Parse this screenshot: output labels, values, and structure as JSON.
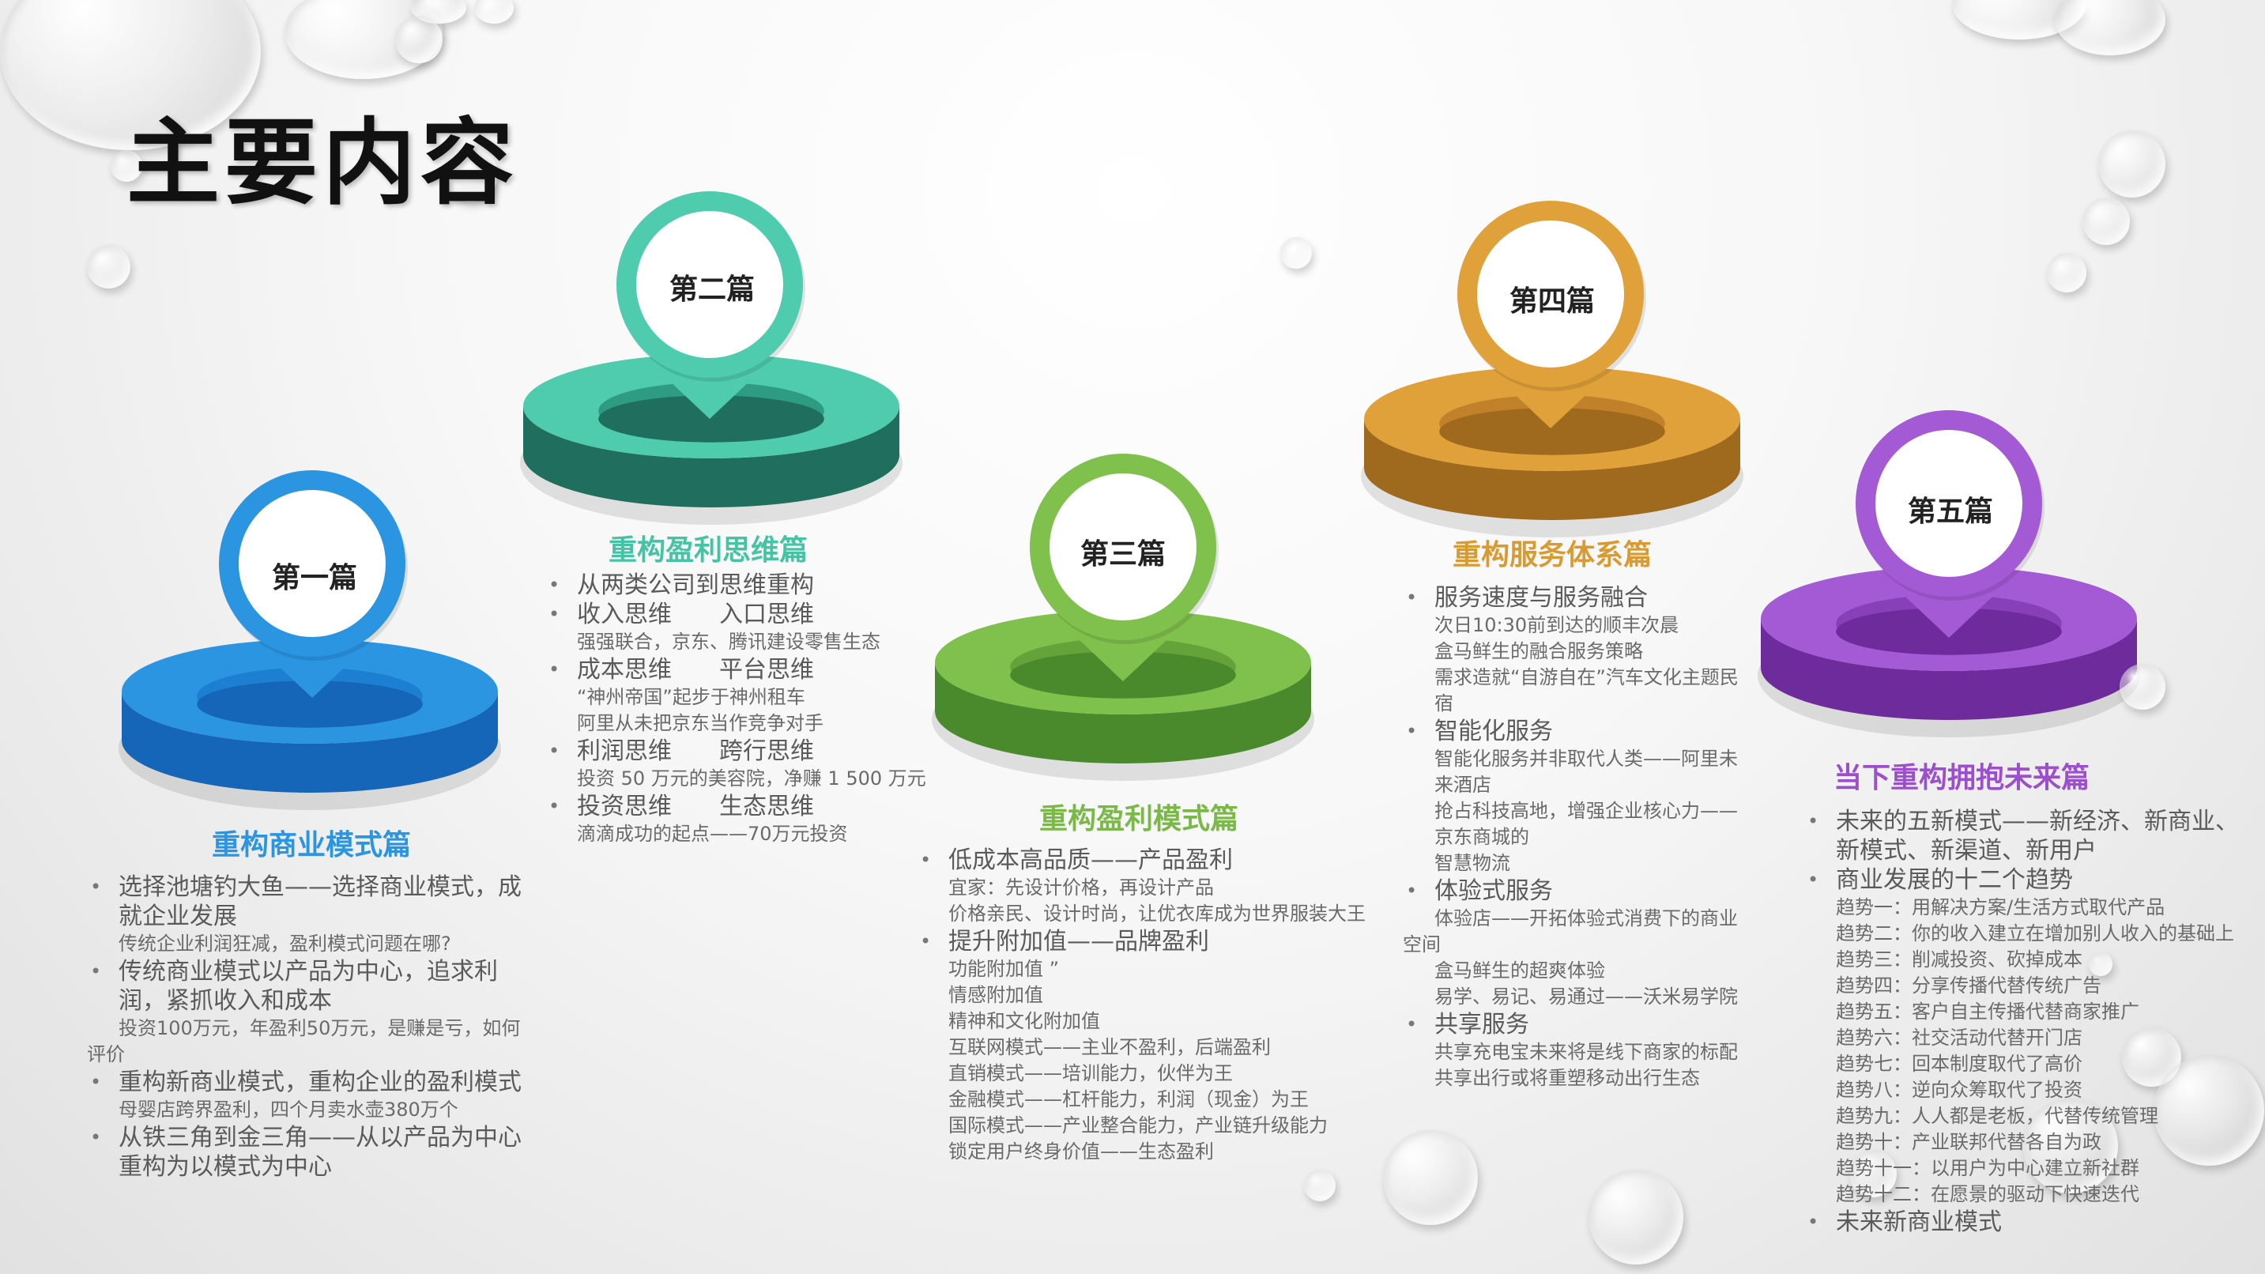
{
  "title": "主要内容",
  "colors": {
    "blue": "#2b95e2",
    "teal": "#45c3a5",
    "green": "#7ab848",
    "orange": "#d99a32",
    "purple": "#9b4fcc"
  },
  "sections": [
    {
      "pin_label": "第一篇",
      "title": "重构商业模式篇",
      "color": "#2b95e2",
      "blocks": [
        {
          "text": "选择池塘钓大鱼——选择商业模式，成就企业发展",
          "subs": [
            {
              "text": "传统企业利润狂减，盈利模式问题在哪?"
            }
          ]
        },
        {
          "text": "传统商业模式以产品为中心，追求利润，紧抓收入和成本",
          "subs": [
            {
              "text": "投资100万元，年盈利50万元，是赚是亏，如何评价",
              "outdent": true
            }
          ]
        },
        {
          "text": "重构新商业模式，重构企业的盈利模式",
          "subs": [
            {
              "text": "母婴店跨界盈利，四个月卖水壶380万个"
            }
          ]
        },
        {
          "text": "从铁三角到金三角——从以产品为中心重构为以模式为中心",
          "subs": []
        }
      ]
    },
    {
      "pin_label": "第二篇",
      "title": "重构盈利思维篇",
      "color": "#45c3a5",
      "blocks": [
        {
          "text": "从两类公司到思维重构",
          "subs": []
        },
        {
          "text": "收入思维　　入口思维",
          "subs": [
            {
              "text": "强强联合，京东、腾讯建设零售生态"
            }
          ]
        },
        {
          "text": "成本思维　　平台思维",
          "subs": [
            {
              "text": "“神州帝国”起步于神州租车"
            },
            {
              "text": "阿里从未把京东当作竞争对手"
            }
          ]
        },
        {
          "text": "利润思维　　跨行思维",
          "subs": [
            {
              "text": "投资 50 万元的美容院，净赚 1 500 万元"
            }
          ]
        },
        {
          "text": "投资思维　　生态思维",
          "subs": [
            {
              "text": "滴滴成功的起点——70万元投资"
            }
          ]
        }
      ]
    },
    {
      "pin_label": "第三篇",
      "title": "重构盈利模式篇",
      "color": "#7ab848",
      "blocks": [
        {
          "text": "低成本高品质——产品盈利",
          "subs": [
            {
              "text": "宜家：先设计价格，再设计产品"
            },
            {
              "text": "价格亲民、设计时尚，让优衣库成为世界服装大王"
            }
          ]
        },
        {
          "text": "提升附加值——品牌盈利",
          "subs": [
            {
              "text": "功能附加值 ”"
            },
            {
              "text": "情感附加值"
            },
            {
              "text": "精神和文化附加值"
            },
            {
              "text": "互联网模式——主业不盈利，后端盈利"
            },
            {
              "text": "直销模式——培训能力，伙伴为王"
            },
            {
              "text": "金融模式——杠杆能力，利润（现金）为王"
            },
            {
              "text": "国际模式——产业整合能力，产业链升级能力"
            },
            {
              "text": "锁定用户终身价值——生态盈利"
            }
          ]
        }
      ]
    },
    {
      "pin_label": "第四篇",
      "title": "重构服务体系篇",
      "color": "#d99a32",
      "blocks": [
        {
          "text": "服务速度与服务融合",
          "subs": [
            {
              "text": "次日10:30前到达的顺丰次晨"
            },
            {
              "text": "盒马鲜生的融合服务策略"
            },
            {
              "text": "需求造就“自游自在”汽车文化主题民宿"
            }
          ]
        },
        {
          "text": "智能化服务",
          "subs": [
            {
              "text": "智能化服务并非取代人类——阿里未来酒店"
            },
            {
              "text": "抢占科技高地，增强企业核心力——京东商城的"
            },
            {
              "text": "智慧物流"
            }
          ]
        },
        {
          "text": "体验式服务",
          "subs": [
            {
              "text": "体验店——开拓体验式消费下的商业空间",
              "outdent": true
            },
            {
              "text": "盒马鲜生的超爽体验"
            },
            {
              "text": "易学、易记、易通过——沃米易学院",
              "outdent": true
            }
          ]
        },
        {
          "text": "共享服务",
          "subs": [
            {
              "text": "共享充电宝未来将是线下商家的标配",
              "outdent": true
            },
            {
              "text": "共享出行或将重塑移动出行生态"
            }
          ]
        }
      ]
    },
    {
      "pin_label": "第五篇",
      "title": "当下重构拥抱未来篇",
      "color": "#9b4fcc",
      "blocks": [
        {
          "text": "未来的五新模式——新经济、新商业、新模式、新渠道、新用户",
          "subs": []
        },
        {
          "text": "商业发展的十二个趋势",
          "subs": [
            {
              "text": "趋势一：用解决方案/生活方式取代产品"
            },
            {
              "text": "趋势二：你的收入建立在增加别人收入的基础上"
            },
            {
              "text": "趋势三：削减投资、砍掉成本"
            },
            {
              "text": "趋势四：分享传播代替传统广告"
            },
            {
              "text": "趋势五：客户自主传播代替商家推广"
            },
            {
              "text": "趋势六：社交活动代替开门店"
            },
            {
              "text": "趋势七：回本制度取代了高价"
            },
            {
              "text": "趋势八：逆向众筹取代了投资"
            },
            {
              "text": "趋势九：人人都是老板，代替传统管理"
            },
            {
              "text": "趋势十：产业联邦代替各自为政"
            },
            {
              "text": "趋势十一：以用户为中心建立新社群"
            },
            {
              "text": "趋势十二：在愿景的驱动下快速迭代"
            }
          ]
        },
        {
          "text": "未来新商业模式",
          "subs": []
        }
      ]
    }
  ]
}
